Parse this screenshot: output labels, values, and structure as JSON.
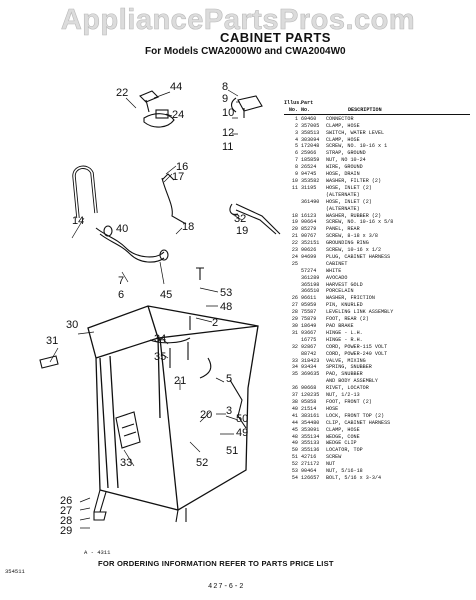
{
  "watermark": "AppliancePartsPros.com",
  "title": "CABINET PARTS",
  "subtitle": "For Models CWA2000W0 and CWA2004W0",
  "parts_header": {
    "illus": "Illus.",
    "no": "No.",
    "part": "Part",
    "part_no": "No.",
    "description": "DESCRIPTION"
  },
  "parts": [
    [
      "1",
      "69460",
      "CONNECTOR"
    ],
    [
      "2",
      "357005",
      "CLAMP, HOSE"
    ],
    [
      "3",
      "358513",
      "SWITCH, WATER LEVEL"
    ],
    [
      "4",
      "303094",
      "CLAMP, HOSE"
    ],
    [
      "5",
      "172048",
      "SCREW, NO. 10-16 x 1"
    ],
    [
      "6",
      "25966",
      "STRAP, GROUND"
    ],
    [
      "7",
      "185859",
      "NUT, NO 10-24"
    ],
    [
      "8",
      "26524",
      "WIRE, GROUND"
    ],
    [
      "9",
      "94745",
      "HOSE, DRAIN"
    ],
    [
      "10",
      "353582",
      "WASHER, FILTER (2)"
    ],
    [
      "11",
      "31195",
      "HOSE, INLET (2)"
    ],
    [
      "",
      "",
      "(ALTERNATE)"
    ],
    [
      "",
      "361490",
      "HOSE, INLET (2)"
    ],
    [
      "",
      "",
      "(ALTERNATE)"
    ],
    [
      "18",
      "16123",
      "WASHER, RUBBER (2)"
    ],
    [
      "19",
      "90664",
      "SCREW, NO. 10-16 x 5/8"
    ],
    [
      "20",
      "85279",
      "PANEL, REAR"
    ],
    [
      "21",
      "90767",
      "SCREW, 8-18 x 3/8"
    ],
    [
      "22",
      "352151",
      "GROUNDING RING"
    ],
    [
      "23",
      "90626",
      "SCREW, 10-16 x 1/2"
    ],
    [
      "24",
      "94699",
      "PLUG, CABINET HARNESS"
    ],
    [
      "25",
      "",
      "CABINET"
    ],
    [
      "",
      "57274",
      "WHITE"
    ],
    [
      "",
      "361289",
      "AVOCADO"
    ],
    [
      "",
      "365198",
      "HARVEST GOLD"
    ],
    [
      "",
      "366510",
      "PORCELAIN"
    ],
    [
      "26",
      "96611",
      "WASHER, FRICTION"
    ],
    [
      "27",
      "95959",
      "PIN, KNURLED"
    ],
    [
      "28",
      "75587",
      "LEVELING LINK ASSEMBLY"
    ],
    [
      "29",
      "75879",
      "FOOT, REAR (2)"
    ],
    [
      "30",
      "18649",
      "PAD BRAKE"
    ],
    [
      "31",
      "93667",
      "HINGE - L.H."
    ],
    [
      "",
      "16775",
      "HINGE - R.H."
    ],
    [
      "32",
      "92867",
      "CORD, POWER-115 VOLT"
    ],
    [
      "",
      "88742",
      "CORD, POWER-240 VOLT"
    ],
    [
      "33",
      "318423",
      "VALVE, MIXING"
    ],
    [
      "34",
      "93434",
      "SPRING, SNUBBER"
    ],
    [
      "35",
      "369635",
      "PAD, SNUBBER"
    ],
    [
      "",
      "",
      "AND BODY ASSEMBLY"
    ],
    [
      "36",
      "90668",
      "RIVET, LOCATOR"
    ],
    [
      "37",
      "120235",
      "NUT, 1/2-13"
    ],
    [
      "38",
      "95858",
      "FOOT, FRONT (2)"
    ],
    [
      "40",
      "21514",
      "HOSE"
    ],
    [
      "41",
      "383161",
      "LOCK, FRONT TOP (2)"
    ],
    [
      "44",
      "354480",
      "CLIP, CABINET HARNESS"
    ],
    [
      "45",
      "353091",
      "CLAMP, HOSE"
    ],
    [
      "48",
      "355134",
      "WEDGE, CONE"
    ],
    [
      "49",
      "355133",
      "WEDGE CLIP"
    ],
    [
      "50",
      "355136",
      "LOCATOR, TOP"
    ],
    [
      "51",
      "42716",
      "SCREW"
    ],
    [
      "52",
      "271172",
      "NUT"
    ],
    [
      "53",
      "90464",
      "NUT, 5/16-18"
    ],
    [
      "54",
      "126657",
      "BOLT, 5/16 x 3-3/4"
    ]
  ],
  "callouts": [
    "44",
    "22",
    "24",
    "8",
    "9",
    "10",
    "12",
    "11",
    "16",
    "17",
    "14",
    "18",
    "32",
    "19",
    "40",
    "7",
    "6",
    "45",
    "53",
    "48",
    "2",
    "30",
    "31",
    "34",
    "35",
    "21",
    "5",
    "3",
    "50",
    "49",
    "20",
    "51",
    "52",
    "33",
    "26",
    "27",
    "28",
    "29"
  ],
  "figure_code": "A - 4311",
  "footer": "FOR ORDERING INFORMATION REFER TO PARTS PRICE LIST",
  "doc_code_left": "354511",
  "doc_code_bottom": "427-6-2"
}
